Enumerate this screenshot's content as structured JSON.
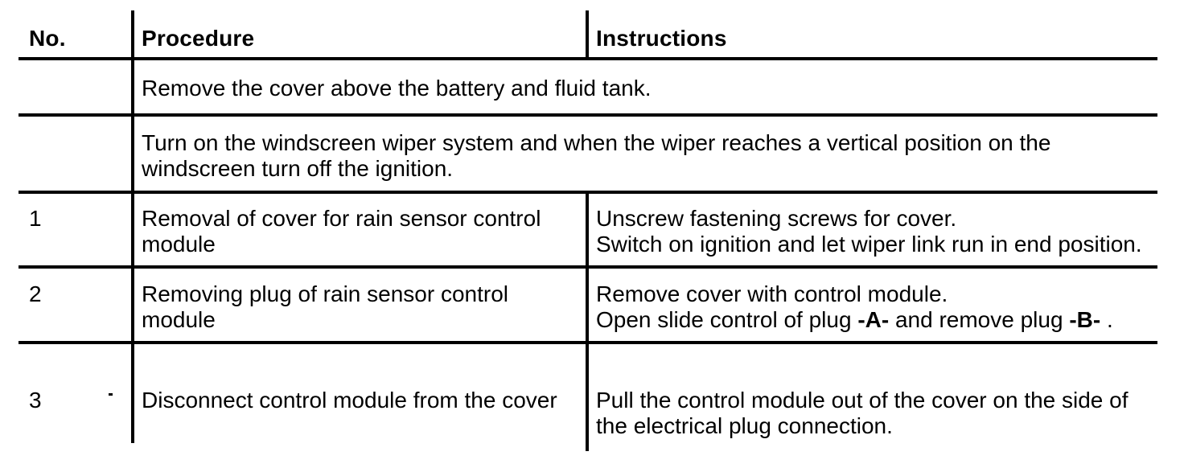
{
  "table": {
    "headers": {
      "no": "No.",
      "procedure": "Procedure",
      "instructions": "Instructions"
    },
    "preliminary_steps": [
      {
        "lines": [
          "Remove the cover above the battery and fluid tank."
        ]
      },
      {
        "lines": [
          "Turn on the windscreen wiper system and when the wiper reaches a vertical position on the",
          "windscreen turn off the ignition."
        ]
      }
    ],
    "rows": [
      {
        "no": "1",
        "procedure_lines": [
          "Removal of cover for rain sensor control",
          "module"
        ],
        "instruction_lines": [
          "Unscrew fastening screws for cover.",
          "Switch on ignition and let wiper link run in end position."
        ]
      },
      {
        "no": "2",
        "procedure_lines": [
          "Removing plug of rain sensor control",
          "module"
        ],
        "instruction_line1": "Remove cover with control module.",
        "instruction_line2": {
          "pre": "Open slide control of plug ",
          "marker_a": "-A-",
          "mid": " and remove plug ",
          "marker_b": "-B-",
          "post": " ."
        }
      },
      {
        "no": "3",
        "procedure_lines": [
          "Disconnect control module from the cover"
        ],
        "instruction_lines": [
          "Pull the control module out of the cover on the side of",
          "the electrical plug connection."
        ]
      }
    ]
  },
  "colors": {
    "ink": "#000000",
    "paper": "#ffffff"
  }
}
